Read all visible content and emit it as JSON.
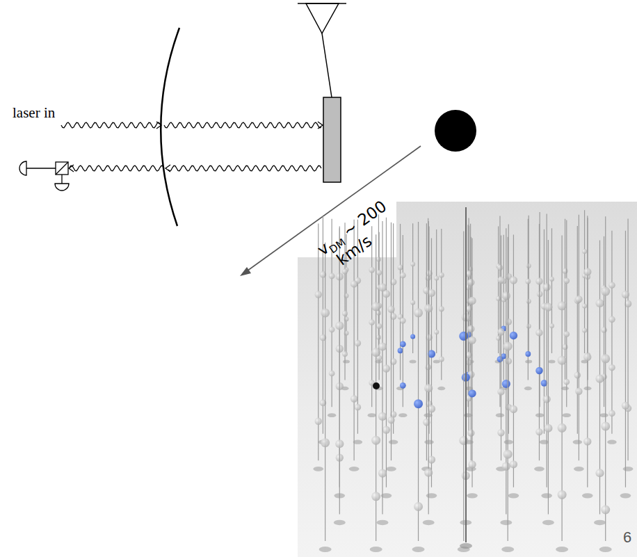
{
  "diagram": {
    "labels": [
      "laser in",
      "v",
      "DM",
      "~ 200",
      "km/s",
      "6"
    ]
  }
}
